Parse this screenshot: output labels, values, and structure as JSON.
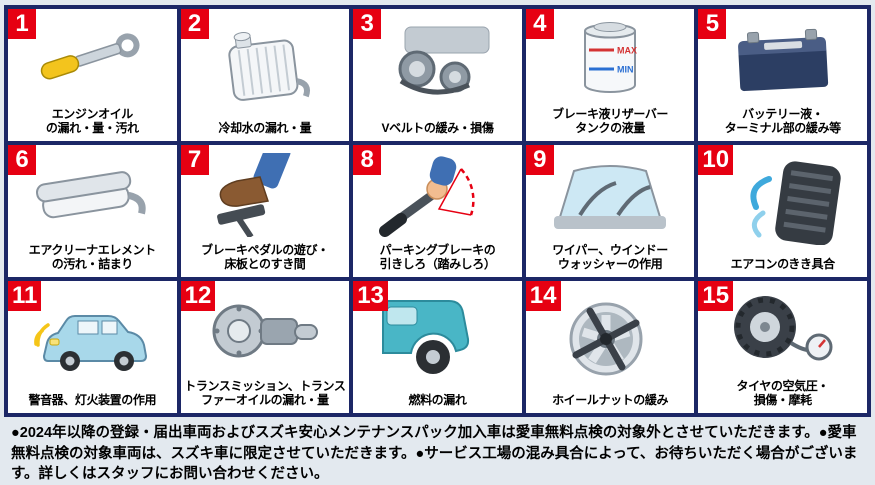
{
  "poster": {
    "badge_color": "#e60012",
    "grid_border_color": "#1c2766"
  },
  "grid": {
    "items": [
      {
        "number": "1",
        "caption": "エンジンオイル\nの漏れ・量・汚れ",
        "icon": "engine-oil-illustration"
      },
      {
        "number": "2",
        "caption": "冷却水の漏れ・量",
        "icon": "radiator-illustration"
      },
      {
        "number": "3",
        "caption": "Vベルトの緩み・損傷",
        "icon": "v-belt-illustration"
      },
      {
        "number": "4",
        "caption": "ブレーキ液リザーバー\nタンクの液量",
        "icon": "brake-fluid-reservoir-illustration",
        "labels": {
          "max": "MAX",
          "min": "MIN"
        }
      },
      {
        "number": "5",
        "caption": "バッテリー液・\nターミナル部の緩み等",
        "icon": "battery-illustration"
      },
      {
        "number": "6",
        "caption": "エアクリーナエレメント\nの汚れ・詰まり",
        "icon": "air-cleaner-illustration"
      },
      {
        "number": "7",
        "caption": "ブレーキペダルの遊び・\n床板とのすき間",
        "icon": "brake-pedal-illustration"
      },
      {
        "number": "8",
        "caption": "パーキングブレーキの\n引きしろ（踏みしろ）",
        "icon": "parking-brake-illustration"
      },
      {
        "number": "9",
        "caption": "ワイパー、ウインドー\nウォッシャーの作用",
        "icon": "wiper-washer-illustration"
      },
      {
        "number": "10",
        "caption": "エアコンのきき具合",
        "icon": "air-conditioner-illustration"
      },
      {
        "number": "11",
        "caption": "警音器、灯火装置の作用",
        "icon": "horn-lights-illustration"
      },
      {
        "number": "12",
        "caption": "トランスミッション、トランス\nファーオイルの漏れ・量",
        "icon": "transmission-illustration"
      },
      {
        "number": "13",
        "caption": "燃料の漏れ",
        "icon": "fuel-leak-illustration"
      },
      {
        "number": "14",
        "caption": "ホイールナットの緩み",
        "icon": "wheel-nut-illustration"
      },
      {
        "number": "15",
        "caption": "タイヤの空気圧・\n損傷・摩耗",
        "icon": "tire-pressure-illustration"
      }
    ]
  },
  "footer": {
    "note": "●2024年以降の登録・届出車両およびスズキ安心メンテナンスパック加入車は愛車無料点検の対象外とさせていただきます。●愛車無料点検の対象車両は、スズキ車に限定させていただきます。●サービス工場の混み具合によって、お待ちいただく場合がございます。詳しくはスタッフにお問い合わせください。"
  }
}
